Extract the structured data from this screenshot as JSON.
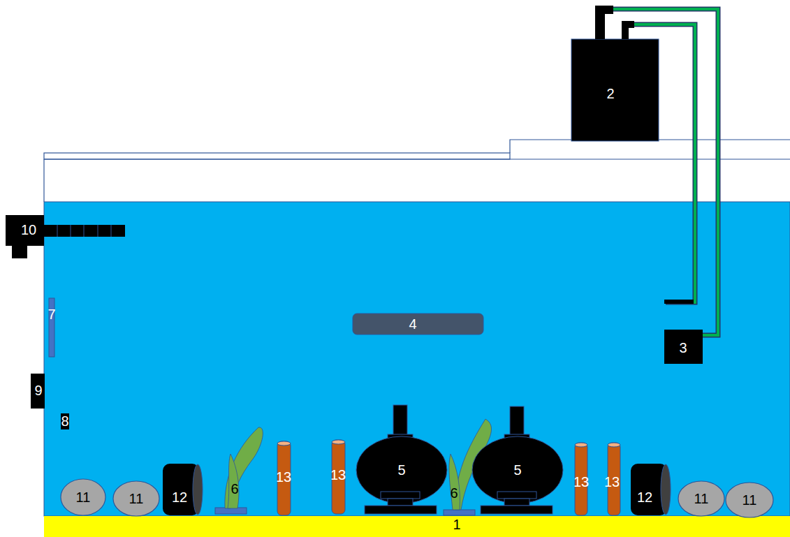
{
  "diagram": {
    "labels": [
      "2",
      "10",
      "7",
      "4",
      "3",
      "9",
      "8",
      "6",
      "13",
      "13",
      "5",
      "6",
      "5",
      "13",
      "13",
      "11",
      "11",
      "12",
      "12",
      "11",
      "11",
      "1"
    ]
  }
}
